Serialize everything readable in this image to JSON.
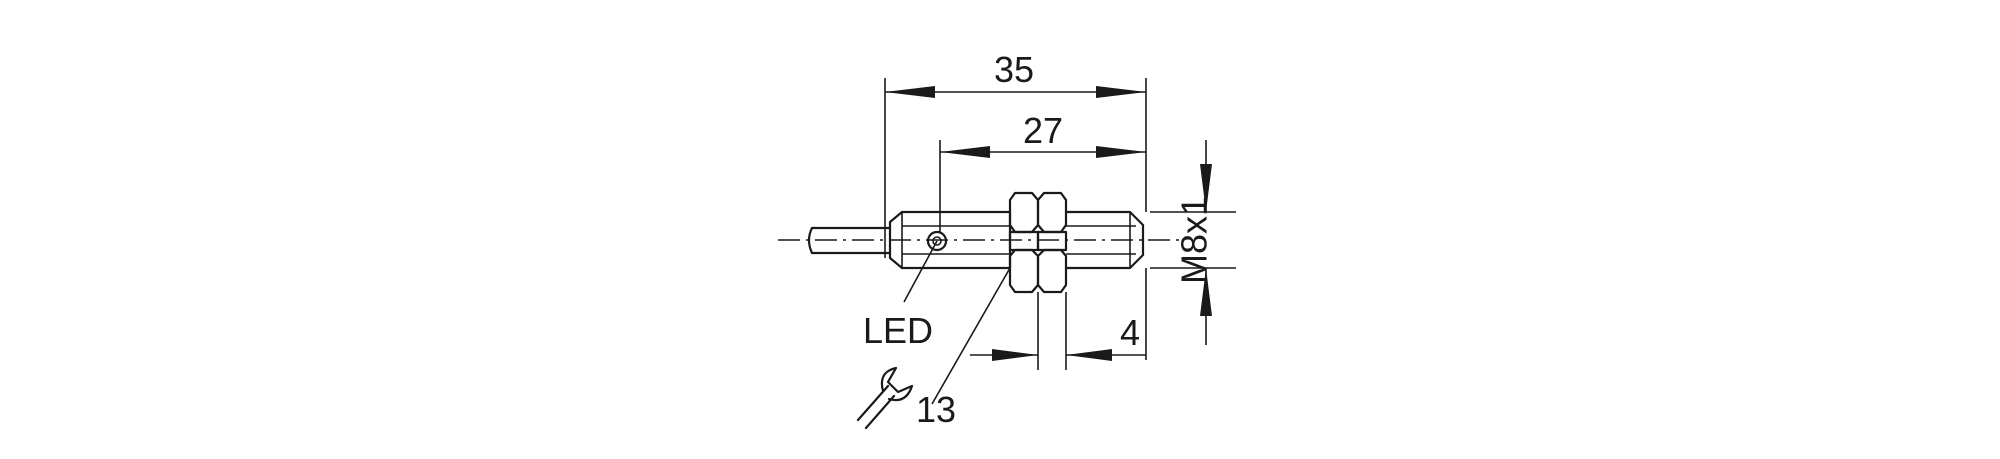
{
  "dimensions": {
    "overall_length": "35",
    "body_length": "27",
    "thread": "M8x1",
    "thread_end_length": "4",
    "wrench_size": "13"
  },
  "labels": {
    "led": "LED"
  },
  "icons": {
    "wrench": "wrench-icon"
  }
}
